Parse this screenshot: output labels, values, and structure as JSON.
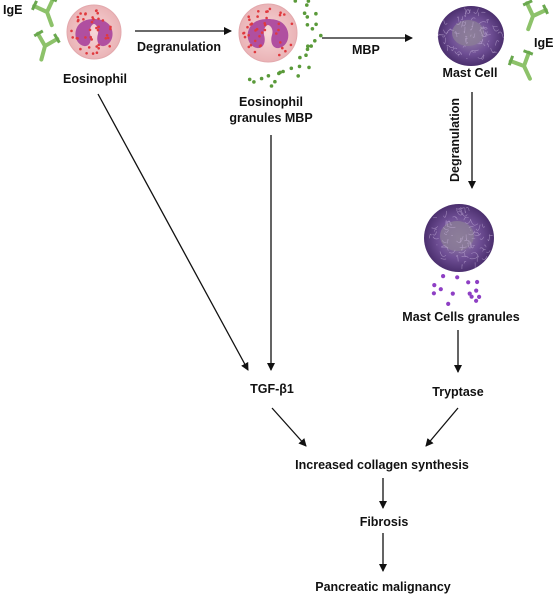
{
  "labels": {
    "ige_left": "IgE",
    "ige_right": "IgE",
    "eosinophil": "Eosinophil",
    "degranulation_top": "Degranulation",
    "eos_granules_line1": "Eosinophil",
    "eos_granules_line2": "granules MBP",
    "mbp": "MBP",
    "mast_cell": "Mast Cell",
    "degranulation_vertical": "Degranulation",
    "mast_cells_granules": "Mast Cells granules",
    "tgf": "TGF-β1",
    "tryptase": "Tryptase",
    "collagen": "Increased collagen synthesis",
    "fibrosis": "Fibrosis",
    "malignancy": "Pancreatic malignancy"
  },
  "colors": {
    "eosinophil_cytoplasm": "#f2c6c8",
    "eosinophil_nucleus": "#b04fa0",
    "eos_granule": "#e0393e",
    "mbp_granule": "#5a9a3a",
    "mast_cell_body": "#6a3f8f",
    "mast_granule": "#8e3fc4",
    "antibody": "#8dc26a",
    "arrow": "#111111"
  },
  "icons": [
    "antibody-icon",
    "eosinophil-cell-icon",
    "mast-cell-icon"
  ]
}
